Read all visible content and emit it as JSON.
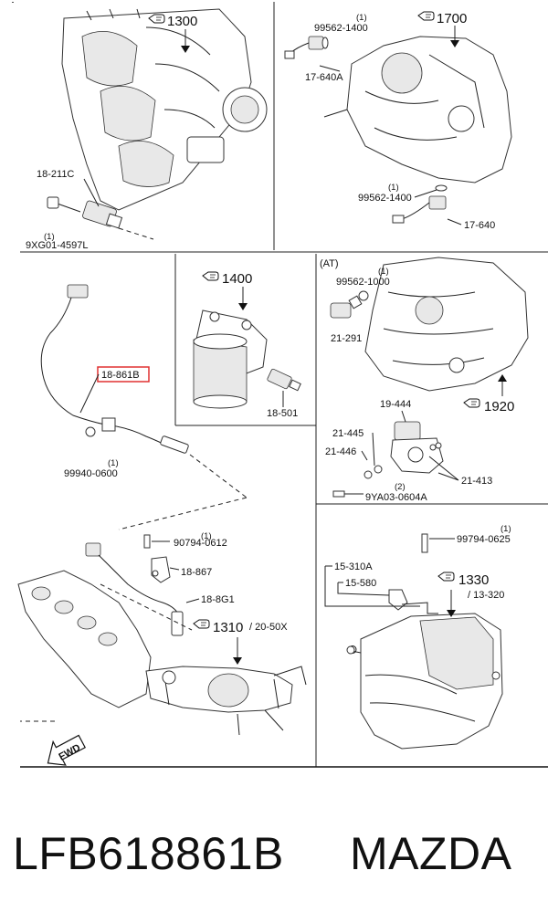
{
  "highlight_color": "#e03030",
  "labels": {
    "ref_1300": "1300",
    "ref_1700": "1700",
    "ref_1400": "1400",
    "ref_1920": "1920",
    "ref_1310": "1310",
    "ref_1310_sub": "/ 20-50X",
    "ref_1330": "1330",
    "ref_1330_sub": "/ 13-320",
    "p_18_211c": "18-211C",
    "p_9xg01": "9XG01-4597L",
    "p_99562_1400_a": "99562-1400",
    "p_17_640a": "17-640A",
    "p_99562_1400_b": "99562-1400",
    "p_17_640": "17-640",
    "p_18_861b": "18-861B",
    "p_99940": "99940-0600",
    "p_18_501": "18-501",
    "at_tag": "(AT)",
    "p_99562_1000": "99562-1000",
    "p_21_291": "21-291",
    "p_19_444": "19-444",
    "p_21_445": "21-445",
    "p_21_446": "21-446",
    "p_21_413": "21-413",
    "p_9ya03": "9YA03-0604A",
    "p_90794": "90794-0612",
    "p_18_867": "18-867",
    "p_18_8g1": "18-8G1",
    "p_99794": "99794-0625",
    "p_15_310a": "15-310A",
    "p_15_580": "15-580",
    "fwd": "FWD",
    "q1": "(1)",
    "q2": "(2)"
  },
  "caption": {
    "part_number": "LFB618861B",
    "brand": "MAZDA"
  }
}
